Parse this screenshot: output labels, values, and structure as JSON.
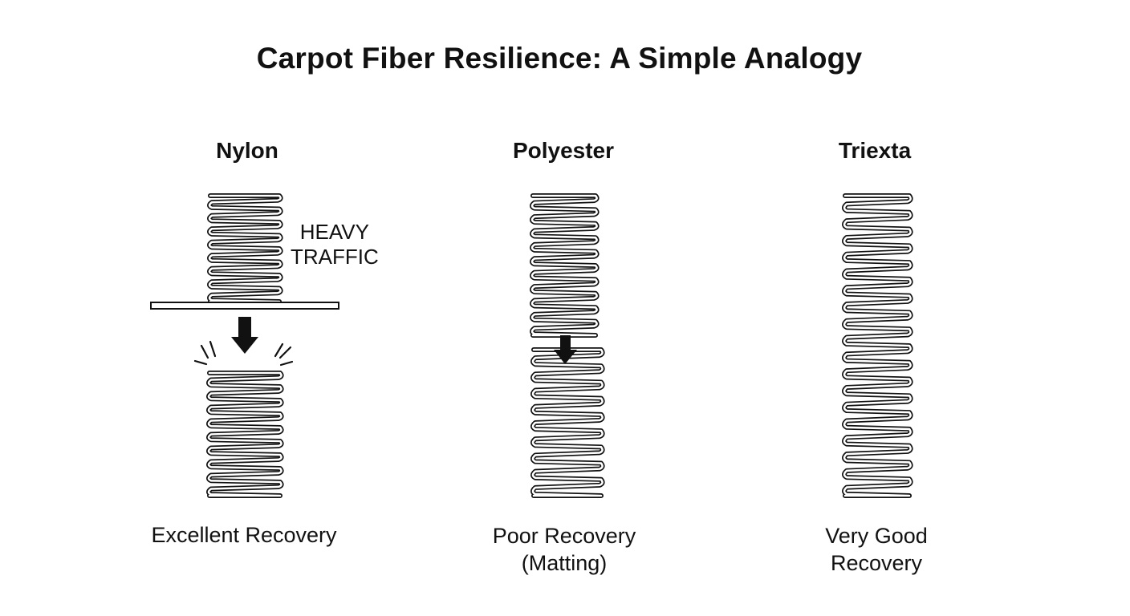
{
  "title": "Carpot Fiber Resilience: A Simple Analogy",
  "columns": [
    {
      "name": "Nylon",
      "recovery_lines": [
        "Excellent Recovery"
      ]
    },
    {
      "name": "Polyester",
      "recovery_lines": [
        "Poor Recovery",
        "(Matting)"
      ]
    },
    {
      "name": "Triexta",
      "recovery_lines": [
        "Very Good",
        "Recovery"
      ]
    }
  ],
  "traffic_label": [
    "HEAVY",
    "TRAFFIC"
  ],
  "icons": {
    "spring": "spring-icon",
    "arrow": "down-arrow-icon",
    "impact": "impact-lines-icon",
    "plate": "pressure-plate-icon"
  },
  "colors": {
    "ink": "#111111",
    "background": "#ffffff"
  }
}
